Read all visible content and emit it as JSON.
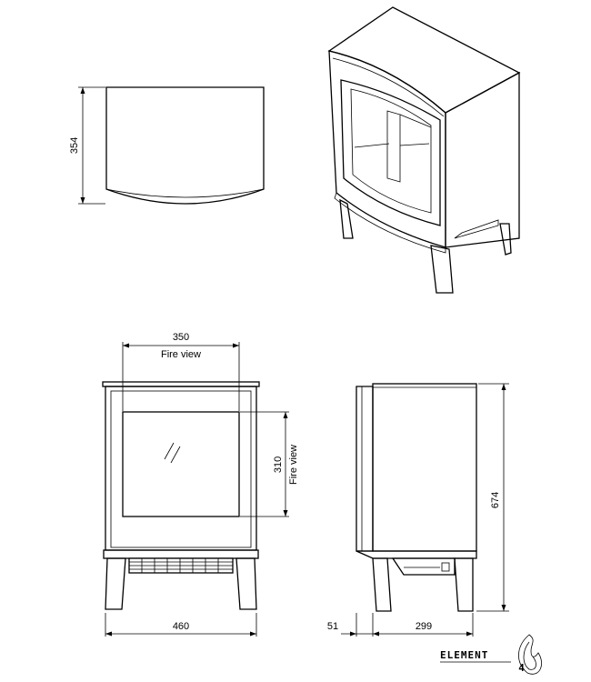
{
  "dimensions": {
    "top_depth": "354",
    "fire_view_width": "350",
    "fire_view_width_caption": "Fire view",
    "fire_view_height": "310",
    "fire_view_height_caption": "Fire view",
    "overall_height": "674",
    "overall_width": "460",
    "side_offset": "51",
    "side_depth": "299"
  },
  "logo": {
    "text": "ELEMENT",
    "number": "4"
  },
  "colors": {
    "line": "#000000",
    "background": "#ffffff"
  }
}
